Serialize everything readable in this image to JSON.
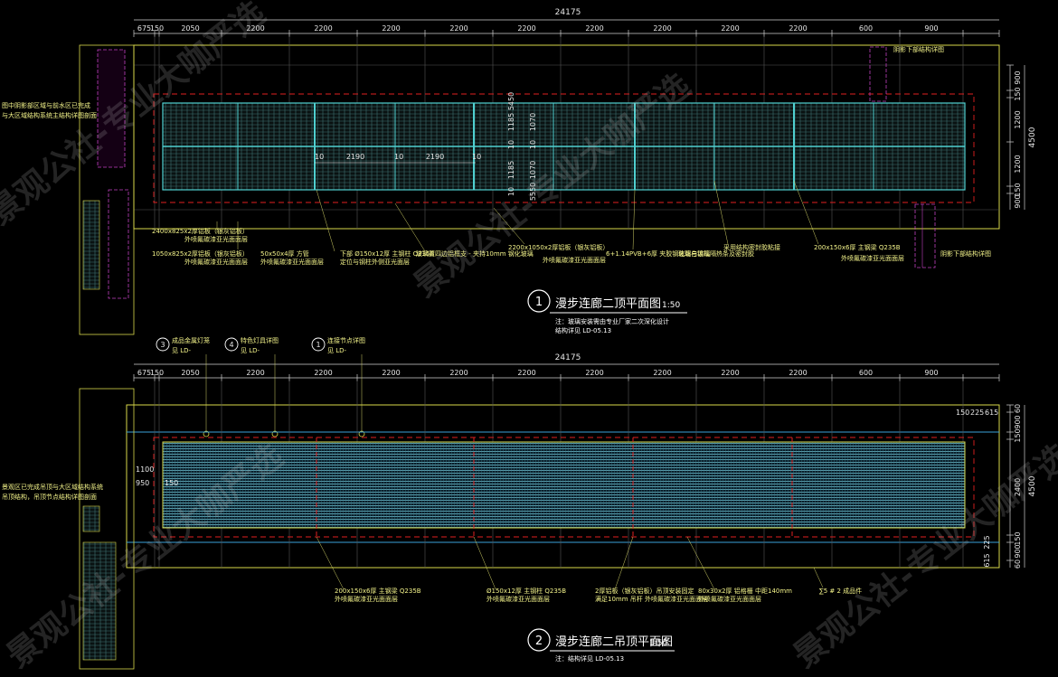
{
  "colors": {
    "background": "#000000",
    "outline": "#d8d84a",
    "glass_frame": "#4fd0d0",
    "hatch": "#58aaaa",
    "dim_text": "#e6e6e6",
    "red_dash": "#e02020",
    "magenta": "#c040c0",
    "note": "#f3f38a",
    "grid_line": "#555555",
    "watermark": "#c8c8c8"
  },
  "plan1": {
    "overall_dim": "24175",
    "top_dims": [
      "675",
      "150",
      "2050",
      "2200",
      "2200",
      "2200",
      "2200",
      "2200",
      "2200",
      "2200",
      "2200",
      "2200",
      "600",
      "900"
    ],
    "right_dims": [
      "900",
      "150",
      "1200",
      "1200",
      "150",
      "900"
    ],
    "right_total": "4500",
    "inner_dims": [
      "10",
      "2190",
      "10",
      "2190",
      "10"
    ],
    "vert_dims": [
      "5450",
      "1185",
      "10",
      "1185",
      "10",
      "1070",
      "10",
      "1070",
      "5550"
    ],
    "number": "1",
    "title": "漫步连廊二顶平面图",
    "scale": "1:50",
    "note_a": "注：玻璃安装需由专业厂家二次深化设计",
    "note_b": "结构详见 LD-05.13",
    "left_note_1": "图中阴影部区域与前水区已完成",
    "left_note_2": "与大区域结构系统主结构详图剖面",
    "right_note_top": "阴影下部结构详图",
    "right_note_bottom": "阴影下部结构详图",
    "labels": [
      "2400x825x2厚铝板（银灰铝板）",
      "外喷氟碳漆亚光面面层",
      "1050x825x2厚铝板（银灰铝板）",
      "外喷氟碳漆亚光面面层",
      "50x50x4厚  方管",
      "外喷氟碳漆亚光面面层",
      "下部 Ø150x12厚  主钢柱  Q235B",
      "定位与钢柱外侧亚光面层",
      "玻璃置四边铝框支 - 夹持10mm 钢化玻璃",
      "2200x1050x2厚铝板（银灰铝板）",
      "外喷氟碳漆亚光面面层",
      "6+1.14PVB+6厚  夹胶钢化超白玻璃",
      "玻璃与铝框隔热条及密封胶",
      "采用结构密封胶粘接",
      "200x150x6厚  主钢梁  Q235B",
      "外喷氟碳漆亚光面面层"
    ]
  },
  "plan2": {
    "overall_dim": "24175",
    "top_dims": [
      "675",
      "150",
      "2050",
      "2200",
      "2200",
      "2200",
      "2200",
      "2200",
      "2200",
      "2200",
      "2200",
      "2200",
      "600",
      "900"
    ],
    "right_dims": [
      "60",
      "900",
      "150",
      "2400",
      "150",
      "900",
      "60"
    ],
    "right_total": "4500",
    "small_dims": [
      "150",
      "225",
      "615"
    ],
    "bottom_right_dims": [
      "225",
      "615"
    ],
    "left_dims": [
      "1100",
      "950",
      "150"
    ],
    "callouts": [
      {
        "num": "3",
        "text": "成品金属灯笼",
        "ref": "见 LD-"
      },
      {
        "num": "4",
        "text": "特色灯具详图",
        "ref": "见 LD-"
      },
      {
        "num": "1",
        "text": "连接节点详图",
        "ref": "见 LD-"
      }
    ],
    "number": "2",
    "title": "漫步连廊二吊顶平面图",
    "scale": "1:50",
    "note_a": "注：结构详见 LD-05.13",
    "left_note_1": "景观区已完成吊顶与大区域结构系统",
    "left_note_2": "吊顶结构，吊顶节点结构详图剖面",
    "labels": [
      "200x150x6厚  主钢梁  Q235B",
      "外喷氟碳漆亚光面面层",
      "Ø150x12厚  主钢柱  Q235B",
      "外喷氟碳漆亚光面面层",
      "2厚铝板（银灰铝板）吊顶安装固定",
      "满足10mm 吊杆  外喷氟碳漆亚光面面层",
      "80x30x2厚  铝格栅 中距140mm",
      "外喷氟碳漆亚光面面层",
      "∑5 # 2  成品件"
    ]
  },
  "watermark": "景观公社-专业大咖严选"
}
